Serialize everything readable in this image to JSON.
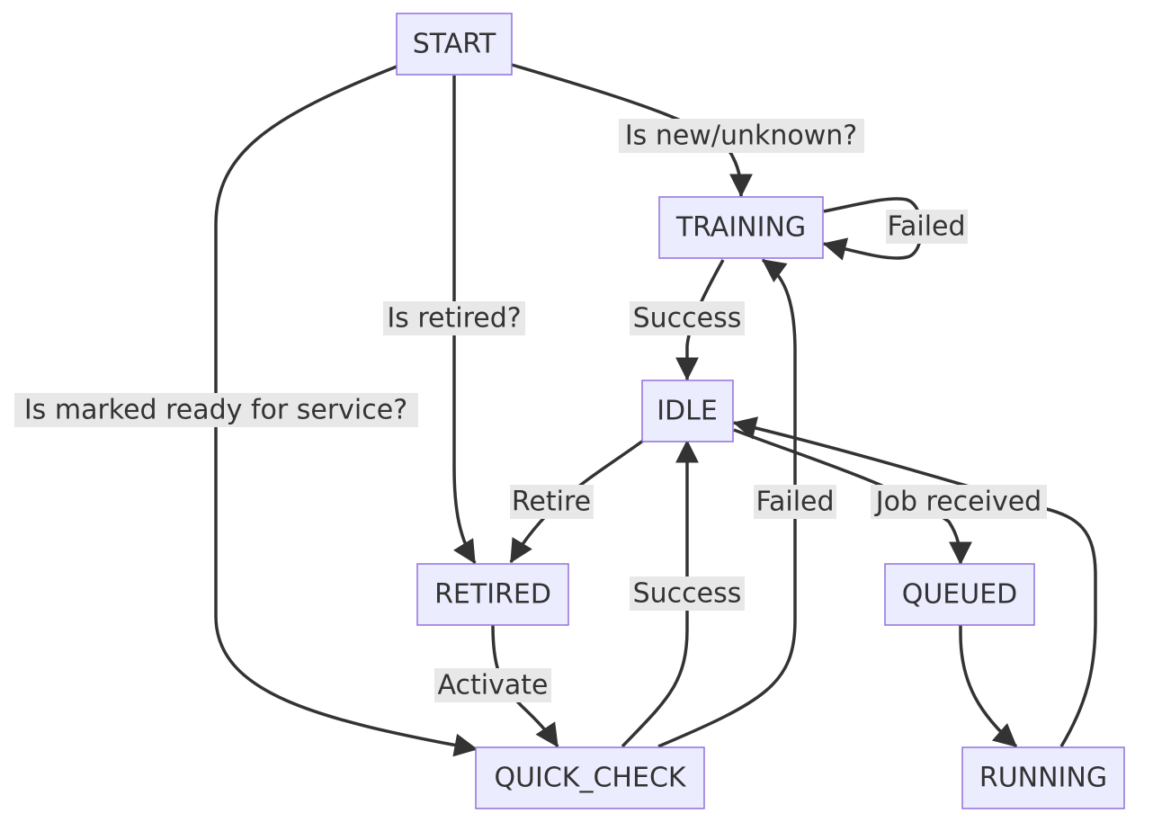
{
  "nodes": {
    "start": "START",
    "training": "TRAINING",
    "idle": "IDLE",
    "retired": "RETIRED",
    "queued": "QUEUED",
    "quick_check": "QUICK_CHECK",
    "running": "RUNNING"
  },
  "edges": {
    "start_training": "Is new/unknown?",
    "start_retired": "Is retired?",
    "start_quick_check": "Is marked ready for service?",
    "training_training": "Failed",
    "training_idle": "Success",
    "idle_retired": "Retire",
    "idle_queued": "Job received",
    "retired_quick_check": "Activate",
    "quick_check_idle": "Success",
    "quick_check_training": "Failed"
  },
  "colors": {
    "node_fill": "#ECECFF",
    "node_stroke": "#9370DB",
    "edge": "#333333",
    "label_background": "#e8e8e8"
  }
}
